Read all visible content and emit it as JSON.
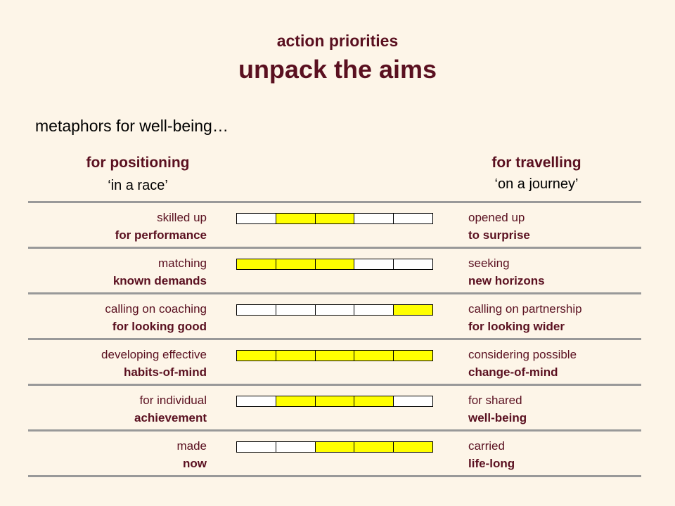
{
  "header": {
    "kicker": "action priorities",
    "title": "unpack the aims"
  },
  "subtitle": "metaphors for well-being…",
  "columns": {
    "left": {
      "heading": "for positioning",
      "sub": "‘in a race’"
    },
    "right": {
      "heading": "for travelling",
      "sub": "‘on a journey’"
    }
  },
  "colors": {
    "text": "#5a1020",
    "fill": "#ffff00",
    "background": "#fdf5e8",
    "rule": "#999999"
  },
  "rows": [
    {
      "left": [
        "skilled up",
        "for performance"
      ],
      "right": [
        "opened up",
        "to surprise"
      ],
      "scale": [
        0,
        1,
        1,
        0,
        0
      ]
    },
    {
      "left": [
        "matching",
        "known demands"
      ],
      "right": [
        "seeking",
        "new horizons"
      ],
      "scale": [
        1,
        1,
        1,
        0,
        0
      ]
    },
    {
      "left": [
        "calling on coaching",
        "for looking good"
      ],
      "right": [
        "calling on partnership",
        "for looking wider"
      ],
      "scale": [
        0,
        0,
        0,
        0,
        1
      ]
    },
    {
      "left": [
        "developing effective",
        "habits-of-mind"
      ],
      "right": [
        "considering possible",
        "change-of-mind"
      ],
      "scale": [
        1,
        1,
        1,
        1,
        1
      ]
    },
    {
      "left": [
        "for individual",
        "achievement"
      ],
      "right": [
        "for shared",
        "well-being"
      ],
      "scale": [
        0,
        1,
        1,
        1,
        0
      ]
    },
    {
      "left": [
        "made",
        "now"
      ],
      "right": [
        "carried",
        "life-long"
      ],
      "scale": [
        0,
        0,
        1,
        1,
        1
      ]
    }
  ]
}
